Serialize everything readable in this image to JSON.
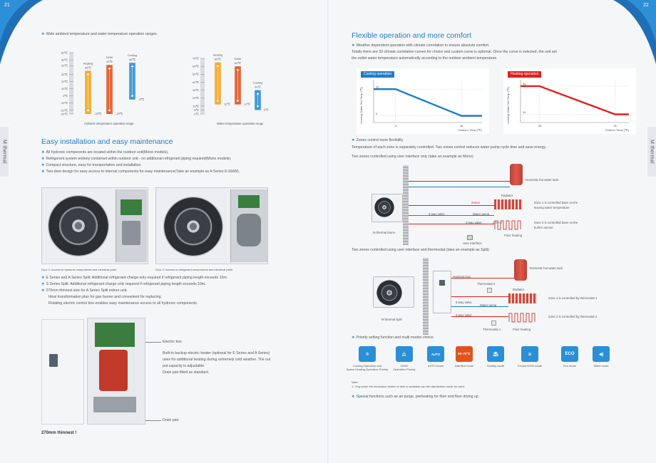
{
  "page_numbers": {
    "left": "21",
    "right": "22"
  },
  "side_tab": "M thermal",
  "temp_ranges": {
    "bullet": "Wide ambient temperature and water temperature operation ranges.",
    "ambient": {
      "caption": "Ambient temperature operation range",
      "ticks": [
        "60℃",
        "50℃",
        "42℃",
        "30℃",
        "20℃",
        "10℃",
        "0℃",
        "-10℃",
        "-20℃",
        "-25℃"
      ],
      "bars": [
        {
          "label": "Heating",
          "max": "35℃",
          "min": "-25℃",
          "color": "#f2a51f"
        },
        {
          "label": "DHW",
          "max": "43℃",
          "min": "-25℃",
          "color": "#e0531f"
        },
        {
          "label": "Cooling",
          "max": "46℃",
          "min": "-5℃",
          "color": "#2a8fd6"
        }
      ]
    },
    "water": {
      "caption": "Water temperature operation range",
      "ticks": [
        "70℃",
        "60℃",
        "50℃",
        "40℃",
        "30℃",
        "20℃",
        "10℃",
        "5℃",
        "0℃"
      ],
      "bars": [
        {
          "label": "Heating",
          "max": "65℃",
          "min": "12℃",
          "color": "#f2a51f"
        },
        {
          "label": "DHW",
          "max": "60℃",
          "min": "12℃",
          "color": "#e0531f"
        },
        {
          "label": "Cooling",
          "max": "30℃",
          "min": "5℃",
          "color": "#2a8fd6"
        }
      ]
    }
  },
  "install": {
    "title": "Easy installation and easy maintenance",
    "bullets": [
      "All hydronic components are located within the outdoor unit(Mono models).",
      "Refrigerant system entirely contained within outdoor unit - no additional refrigerant piping required(Mono models).",
      "Compact structure, easy for transportation and installation.",
      "Two-door design for easy access to internal components for easy maintenance(Take an example as A Series 8-16kW)."
    ],
    "door1": "Door 1: Access to hydronic components and electrical parts",
    "door2": "Door 2: Access to refrigerant components and electrical parts",
    "bullets2": [
      "E Series and A Series Split: Additional refrigerant charge only required if refrigerant piping length exceeds 15m.",
      "S Series Split: Additional refrigerant charge only required if refrigerant piping length exceeds 10m.",
      "270mm thinnest size for A Series Split indoor unit."
    ],
    "plain": [
      "Ideal transformation plan for gas burner and convenient for replacing.",
      "Rotating electric control box enables easy maintenance access to all hydronic components."
    ],
    "electric_box": "Electric box",
    "electric_text": [
      "Built-in backup electric heater (optional for E Series and A Series)",
      "uses for additional heating during extremely cold weather. The out",
      "put capacity is adjustable.",
      "Drain pan fitted as standard."
    ],
    "drain_pan": "Drain pan",
    "thinnest": "270mm thinnest !"
  },
  "flex": {
    "title": "Flexible operation and more comfort",
    "bullet": "Weather dependent operation with climate correlation to ensure absolute comfort.",
    "text": [
      "Totally there are 32 climate correlation curves for choice and custom curve is optional. Once the curve is selected, the unit set",
      "the outlet water temperature automatically according to the outdoor ambient temperature."
    ]
  },
  "chart_data": [
    {
      "type": "line",
      "title": "Cooling operation",
      "ylabel": "Leaving Water Set Temp.(℃)",
      "xlabel": "Outdoor Temp.(℃)",
      "xticks": [
        "-5",
        "46"
      ],
      "yticks": [
        "25",
        "5"
      ],
      "x": [
        -22,
        -5,
        46,
        62
      ],
      "y": [
        25,
        25,
        5,
        5
      ],
      "color": "#1f7dc6"
    },
    {
      "type": "line",
      "title": "Heating operation",
      "ylabel": "Leaving Water Set Temp.(℃)",
      "xlabel": "Outdoor Temp.(℃)",
      "xticks": [
        "-25",
        "35"
      ],
      "yticks": [
        "55",
        "24"
      ],
      "x": [
        -40,
        -25,
        35,
        46
      ],
      "y": [
        55,
        55,
        24,
        24
      ],
      "color": "#e0201e"
    }
  ],
  "zones": {
    "bullet": "Zones control more flexibility",
    "text": "Temperature of each zone is separately controlled. Two zones control reduces water pump cycle time and save energy.",
    "mono_title": "Two zones controlled using user interface only (take an example as Mono)",
    "mono": {
      "tank": "Domestic hot water tank",
      "radiator": "Radiator",
      "zone1": "Zone1",
      "zone2": "Zone 2",
      "pump": "Water pump",
      "valve1": "3-way valve",
      "valve2": "3-way valve",
      "unit": "M thermal Mono",
      "ui": "User interface",
      "floor": "Floor heating",
      "zone1_note": [
        "Zone 1 is controlled base on the",
        "leaving water temperature"
      ],
      "zone2_note": [
        "Zone 2 is controlled base on the",
        "built-in sensor"
      ]
    },
    "split_title": "Two zones controlled using user interface and thermostat (take an example as Split)",
    "split": {
      "tank": "Domestic hot water tank",
      "thermostat2": "Thermostat 2",
      "hydronic": "Hydronic box",
      "radiator": "Radiator",
      "valve1": "3-way valve",
      "pump": "Water pump",
      "valve2": "3-way valve",
      "unit": "M thermal Split",
      "thermostat1": "Thermostat 1",
      "floor": "Floor heating",
      "zone1_note": "Zone 1 is controlled by thermostat 1",
      "zone2_note": "Zone 2 is controlled by thermostat 2"
    }
  },
  "priority": {
    "bullet": "Priority setting function and multi modes choice",
    "modes": [
      {
        "label": "Cooling Operation and\nSpace Heating Operation Priority",
        "icon": "snowflake-sun-icon",
        "color": "#2a8fd6",
        "glyph": "✲"
      },
      {
        "label": "DHW\nOperation Priority",
        "icon": "faucet-icon",
        "color": "#2a8fd6",
        "glyph": "⛲"
      },
      {
        "label": "AUTO mode",
        "icon": "auto-icon",
        "color": "#2a8fd6",
        "glyph": "AUTO"
      },
      {
        "label": "Disinfect mode",
        "icon": "thermometer-icon",
        "color": "#e0531f",
        "glyph": "60~70℃"
      },
      {
        "label": "Holiday mode",
        "icon": "holiday-icon",
        "color": "#2a8fd6",
        "glyph": "⛱"
      },
      {
        "label": "Forced DHW mode",
        "icon": "waves-icon",
        "color": "#2a8fd6",
        "glyph": "≋"
      },
      {
        "label": "Eco mode",
        "icon": "eco-icon",
        "color": "#2a8fd6",
        "glyph": "ECO"
      },
      {
        "label": "Silent mode",
        "icon": "speaker-icon",
        "color": "#2a8fd6",
        "glyph": "◀)"
      }
    ],
    "note_title": "Note:",
    "note": "1. Only when the immersion heater of tank is available can the disinfection mode be used."
  },
  "special": "Special functions such as air purge, preheating for floor and floor drying up"
}
